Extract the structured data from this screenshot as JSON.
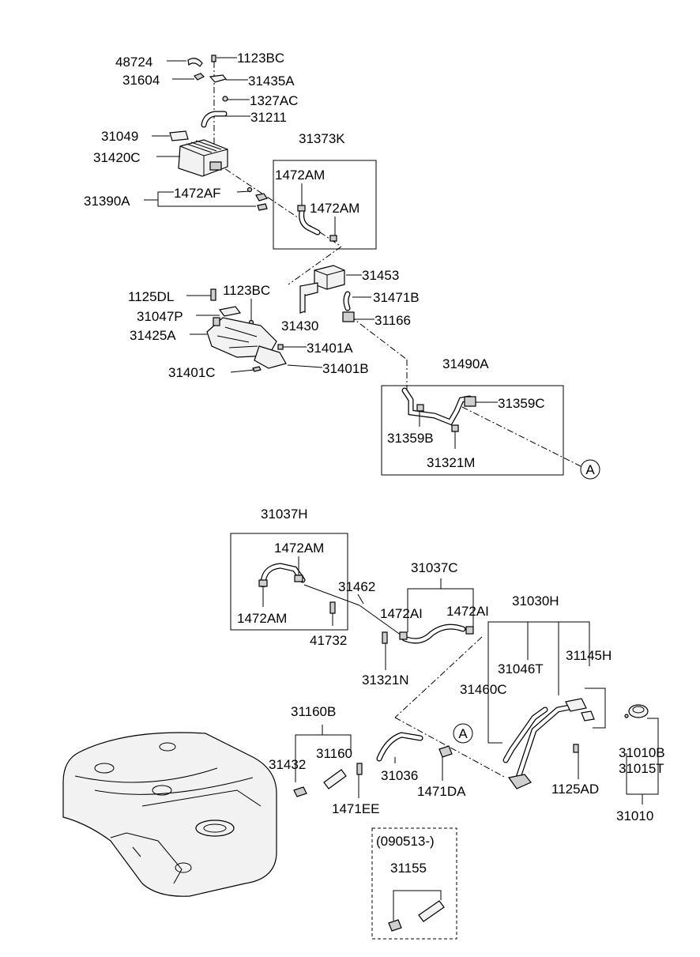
{
  "labels": {
    "p48724": "48724",
    "p1123BC_top": "1123BC",
    "p31604": "31604",
    "p31435A": "31435A",
    "p1327AC": "1327AC",
    "p31211": "31211",
    "p31049": "31049",
    "p31373K": "31373K",
    "p31420C": "31420C",
    "p1472AM_a": "1472AM",
    "p1472AF": "1472AF",
    "p31390A": "31390A",
    "p1472AM_b": "1472AM",
    "p31453": "31453",
    "p1123BC_mid": "1123BC",
    "p1125DL": "1125DL",
    "p31471B": "31471B",
    "p31047P": "31047P",
    "p31430": "31430",
    "p31166": "31166",
    "p31425A": "31425A",
    "p31401A": "31401A",
    "p31401C": "31401C",
    "p31401B": "31401B",
    "p31490A": "31490A",
    "p31359C": "31359C",
    "p31359B": "31359B",
    "p31321M": "31321M",
    "callout_A_top": "A",
    "p31037H": "31037H",
    "p1472AM_c": "1472AM",
    "p31037C": "31037C",
    "p31462": "31462",
    "p1472AM_d": "1472AM",
    "p1472AI_a": "1472AI",
    "p1472AI_b": "1472AI",
    "p31030H": "31030H",
    "p41732": "41732",
    "p31046T": "31046T",
    "p31145H": "31145H",
    "p31321N": "31321N",
    "p31460C": "31460C",
    "p31160B": "31160B",
    "callout_A_bottom": "A",
    "p31160": "31160",
    "p31432": "31432",
    "p31036": "31036",
    "p31010B": "31010B",
    "p31015T": "31015T",
    "p1471DA": "1471DA",
    "p1125AD": "1125AD",
    "p1471EE": "1471EE",
    "p31010": "31010",
    "p090513": "(090513-)",
    "p31155": "31155"
  }
}
